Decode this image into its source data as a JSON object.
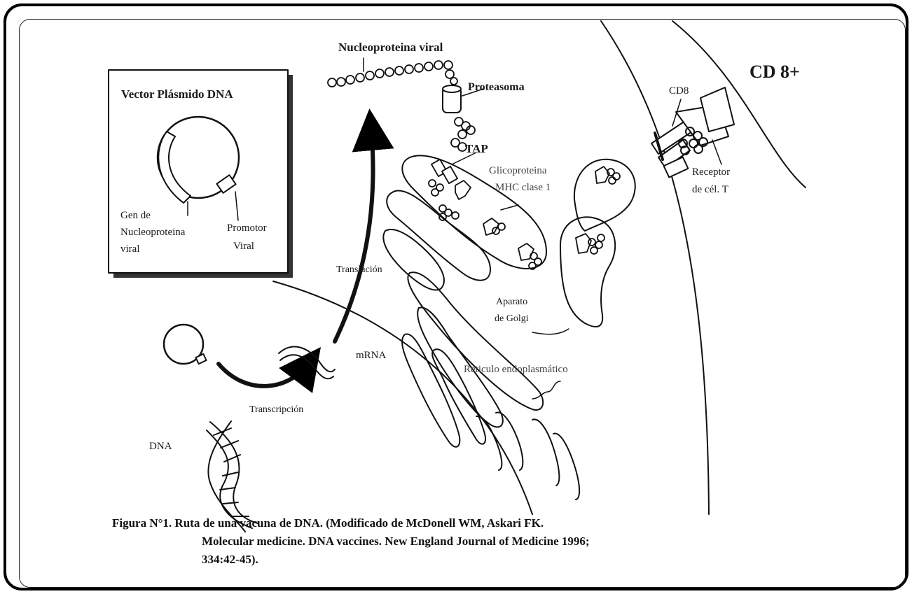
{
  "labels": {
    "nucleoproteina_viral": "Nucleoproteina viral",
    "proteasoma": "Proteasoma",
    "vector_plasmido": "Vector Plásmido DNA",
    "gen_line1": "Gen de",
    "gen_line2": "Nucleoproteina",
    "gen_line3": "viral",
    "promotor_line1": "Promotor",
    "promotor_line2": "Viral",
    "tap": "TAP",
    "glicoproteina_line1": "Glicoproteina",
    "glicoproteina_line2": "MHC clase 1",
    "translacion": "Translación",
    "cd8_plus": "CD 8+",
    "cd8": "CD8",
    "receptor_line1": "Receptor",
    "receptor_line2": "de cél. T",
    "aparato_line1": "Aparato",
    "aparato_line2": "de Golgi",
    "mrna": "mRNA",
    "reticulo": "Reticulo endoplasmático",
    "transcripcion": "Transcripción",
    "dna": "DNA"
  },
  "caption": {
    "line1": "Figura N°1.  Ruta de una vacuna de DNA. (Modificado de McDonell WM, Askari FK.",
    "line2": "Molecular medicine. DNA vaccines. New England Journal of Medicine 1996;",
    "line3": "334:42-45)."
  }
}
